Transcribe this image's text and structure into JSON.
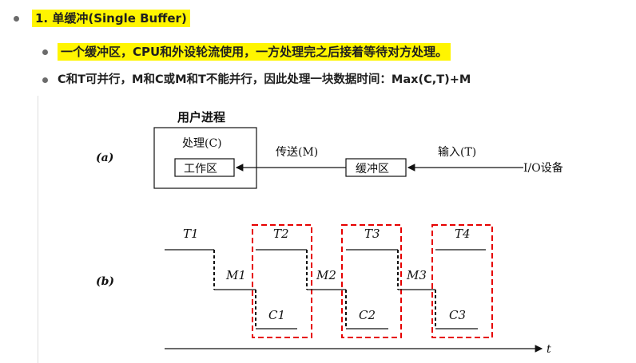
{
  "heading": {
    "text": "1. 单缓冲(Single Buffer)"
  },
  "bullets": [
    {
      "text": "一个缓冲区，CPU和外设轮流使用，一方处理完之后接着等待对方处理。"
    },
    {
      "text": "C和T可并行，M和C或M和T不能并行，因此处理一块数据时间：Max(C,T)+M"
    }
  ],
  "diagram_a": {
    "label": "(a)",
    "process_title": "用户进程",
    "process_sub": "处理(C)",
    "work_area": "工作区",
    "transfer": "传送(M)",
    "buffer": "缓冲区",
    "input": "输入(T)",
    "device": "I/O设备"
  },
  "diagram_b": {
    "label": "(b)",
    "axis_label": "t",
    "T_labels": [
      "T1",
      "T2",
      "T3",
      "T4"
    ],
    "M_labels": [
      "M1",
      "M2",
      "M3"
    ],
    "C_labels": [
      "C1",
      "C2",
      "C3"
    ]
  },
  "colors": {
    "highlight": "#fff500",
    "dashed_box": "#e60000"
  }
}
